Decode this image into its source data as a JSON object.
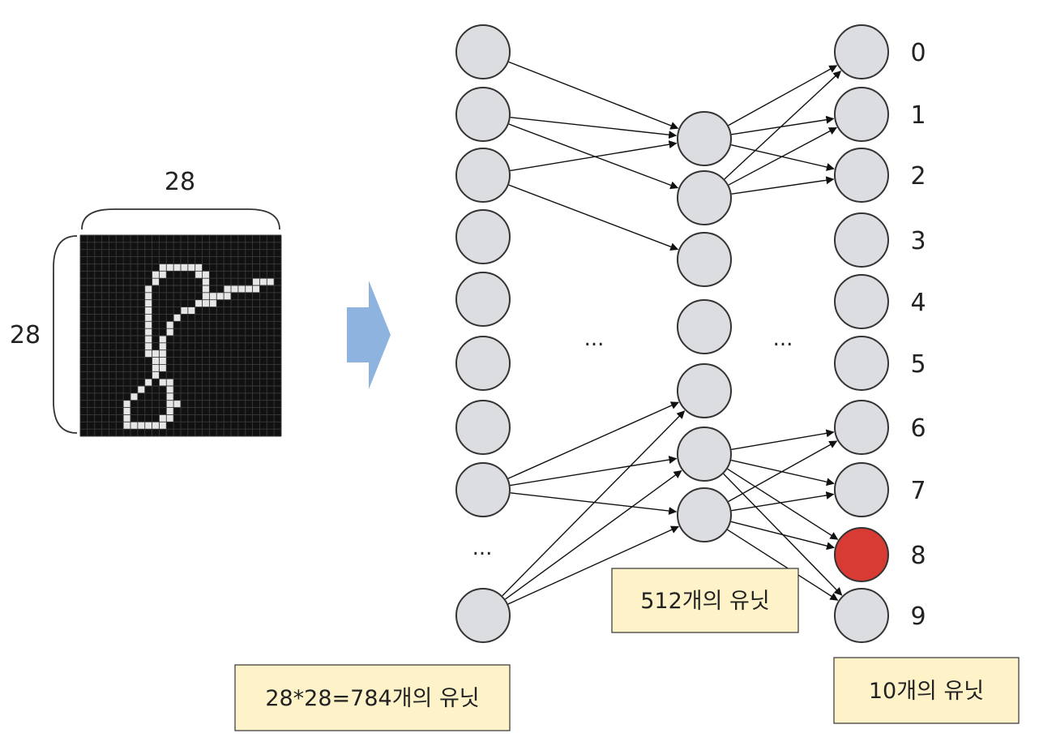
{
  "image_width_label": "28",
  "image_height_label": "28",
  "digit_image": {
    "cells": 28,
    "strokes": [
      [
        [
          10,
          5
        ],
        [
          9,
          8
        ],
        [
          9,
          12
        ],
        [
          9.5,
          16
        ],
        [
          10,
          19
        ]
      ],
      [
        [
          10,
          5
        ],
        [
          12,
          3.5
        ],
        [
          15,
          3.5
        ],
        [
          17,
          5
        ],
        [
          17,
          8
        ]
      ],
      [
        [
          17,
          9
        ],
        [
          21,
          7
        ],
        [
          24,
          6.5
        ],
        [
          25.5,
          6
        ]
      ],
      [
        [
          17,
          9
        ],
        [
          14,
          10
        ],
        [
          12,
          12
        ],
        [
          11,
          15
        ],
        [
          10.5,
          18
        ]
      ],
      [
        [
          10,
          19
        ],
        [
          8,
          21
        ],
        [
          6,
          23
        ],
        [
          5.5,
          25
        ],
        [
          7,
          26
        ],
        [
          9.5,
          26
        ],
        [
          11.5,
          25
        ],
        [
          12.5,
          23
        ],
        [
          12,
          21
        ],
        [
          11,
          19.5
        ]
      ]
    ]
  },
  "input_layer": {
    "node_count": 9,
    "ellipsis": "...",
    "caption": "28*28=784개의 유닛"
  },
  "hidden_layer": {
    "node_count": 7,
    "ellipsis": "...",
    "caption": "512개의 유닛"
  },
  "output_layer": {
    "labels": [
      "0",
      "1",
      "2",
      "3",
      "4",
      "5",
      "6",
      "7",
      "8",
      "9"
    ],
    "active_index": 8,
    "caption": "10개의 유닛"
  },
  "connections_ellipsis": "...",
  "edges_input_hidden": [
    [
      0,
      0
    ],
    [
      1,
      0
    ],
    [
      1,
      1
    ],
    [
      2,
      0
    ],
    [
      2,
      2
    ],
    [
      7,
      4
    ],
    [
      7,
      5
    ],
    [
      7,
      6
    ],
    [
      8,
      4
    ],
    [
      8,
      5
    ],
    [
      8,
      6
    ]
  ],
  "edges_hidden_output": [
    [
      0,
      0
    ],
    [
      0,
      1
    ],
    [
      0,
      2
    ],
    [
      1,
      0
    ],
    [
      1,
      1
    ],
    [
      1,
      2
    ],
    [
      5,
      6
    ],
    [
      5,
      7
    ],
    [
      5,
      8
    ],
    [
      5,
      9
    ],
    [
      6,
      6
    ],
    [
      6,
      7
    ],
    [
      6,
      8
    ],
    [
      6,
      9
    ]
  ],
  "colors": {
    "node_fill": "#dcdde0",
    "active_node": "#d83a34",
    "arrow": "#8fb3df",
    "caption_box": "#fdf2c8",
    "pixel_grid_bg": "#111111",
    "pixel_grid_lines": "#3a3a3a",
    "digit_pixels": "#e6e6e6"
  }
}
